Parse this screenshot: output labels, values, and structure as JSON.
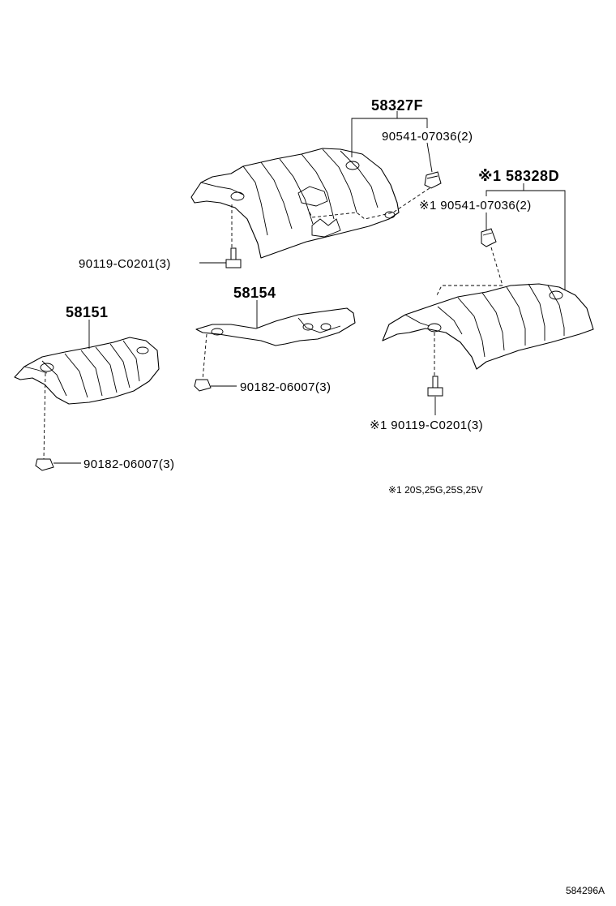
{
  "callouts": {
    "p58327f": "58327F",
    "p90541_top": "90541-07036(2)",
    "p58328d": "※1 58328D",
    "p90541_right": "※1 90541-07036(2)",
    "p90119_left": "90119-C0201(3)",
    "p58154": "58154",
    "p58151": "58151",
    "p90182_mid": "90182-06007(3)",
    "p90119_right": "※1 90119-C0201(3)",
    "p90182_left": "90182-06007(3)"
  },
  "note": "※1 20S,25G,25S,25V",
  "diagram_code": "584296A"
}
